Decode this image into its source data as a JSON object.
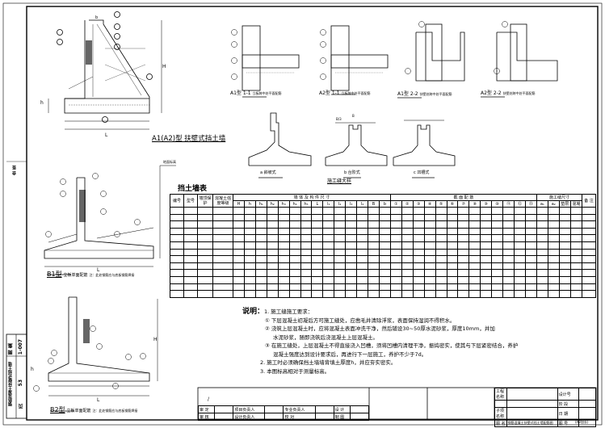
{
  "drawings": {
    "main_title": "A1(A2)型 扶壁式挡土墙",
    "section_a1_1": "A1型 1-1",
    "section_a1_1_note": "立板跨中处平面配筋",
    "section_a2_1": "A2型 1-1",
    "section_a2_1_note": "立板跨中处平面配筋",
    "section_a1_2": "A1型 2-2",
    "section_a1_2_note": "扶壁处跨中处平面配筋",
    "section_a2_2": "A2型 2-2",
    "section_a2_2_note": "扶壁处跨中处平面配筋",
    "joint_title": "施工缝大样",
    "joint_a": "a 斜坡式",
    "joint_b": "b 台阶式",
    "joint_c": "c 凹槽式",
    "joint_dim_b": "B",
    "joint_dim_b2": "B/3",
    "b1_title": "B1型",
    "b1_subtitle": "立板单面配筋",
    "b1_note": "注：此处钢筋应与底板钢筋焊接",
    "b2_title": "B2型",
    "b2_subtitle": "立板单面配筋",
    "b2_note": "注：此处钢筋应与底板钢筋焊接",
    "dim_L": "L",
    "dim_H": "H",
    "dim_h": "h",
    "dim_b": "b",
    "ground_label": "地面标高"
  },
  "table": {
    "title": "挡土墙表",
    "headers_row1": {
      "no": "编号",
      "model": "型号",
      "top_protect": "墙顶保护",
      "concrete": "混凝土强度等级",
      "dims": "墙 体 及 构 件 尺 寸",
      "rebar": "截 面 配 筋",
      "joint": "施工缝尺寸",
      "remark": "备 注"
    },
    "dim_cols": [
      "H",
      "h",
      "h₁",
      "h₂",
      "h₃",
      "h₄",
      "h₅",
      "L",
      "l₁",
      "l₂",
      "l₃",
      "l₄",
      "B",
      "b"
    ],
    "rebar_cols": [
      "①",
      "②",
      "③",
      "④",
      "⑤",
      "⑥",
      "⑦",
      "⑧",
      "⑨",
      "⑩",
      "⑪",
      "⑫",
      "⑬"
    ],
    "joint_cols": [
      "a₁",
      "a₂",
      "垫层",
      "混凝"
    ]
  },
  "notes": {
    "heading": "说明：",
    "item1": "1. 施工缝施工要求：",
    "item1a": "① 下层混凝土初凝后方可施工缝处，应凿毛并清除浮浆，表面保持湿润不得积水。",
    "item1b": "② 浇筑上层混凝土时，应将混凝土表面冲洗干净，然后铺设30~50厚水泥砂浆，厚度10mm，并加",
    "item1b2": "水泥砂浆，随即浇筑后浇混凝土上层混凝土。",
    "item1c": "③ 在施工缝处，上层混凝土不得直接浇入凹槽，须将凹槽内清理干净，振捣密实，使其与下层紧密结合，养护",
    "item1c2": "混凝土强度达到设计要求后，再进行下一层施工，养护不少于7d。",
    "item2": "2. 施工时必须确保挡土墙墙背填土厚度h，并应夯实密实。",
    "item3": "3. 本图标高相对于测量标高。"
  },
  "title_block": {
    "review": "审 定",
    "check": "审 核",
    "project_lead": "项目负责人",
    "design_lead": "设计负责人",
    "discipline_lead": "专业负责人",
    "proofread": "校 对",
    "design": "设 计",
    "draw": "制 图",
    "project_name_label": "工程名称",
    "sub_project_label": "子项名称",
    "drawing_name_label": "图 名",
    "drawing_name": "钢筋混凝土扶壁式挡土墙配筋图",
    "design_no_label": "设计号",
    "stage_label": "阶 段",
    "date_label": "日 期",
    "sheet_no_label": "图 号",
    "mark": "/",
    "sheet_size": "(A3加长)"
  },
  "side_strip": {
    "atlas_label": "图 集",
    "atlas_no": "1-007",
    "page_label": "页",
    "page_no": "53",
    "atlas_name": "钢筋混凝土扶壁式挡土墙",
    "top_label": "会 签"
  }
}
